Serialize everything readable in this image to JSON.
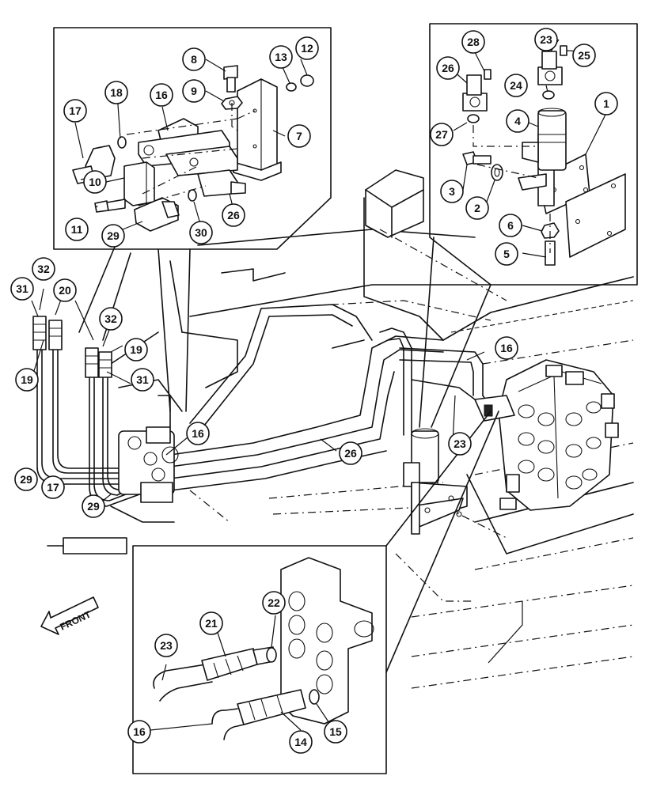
{
  "direction_label": "FRONT",
  "callouts": {
    "c1": "1",
    "c2": "2",
    "c3": "3",
    "c4": "4",
    "c5": "5",
    "c6": "6",
    "c7": "7",
    "c8": "8",
    "c9": "9",
    "c10": "10",
    "c11": "11",
    "c12": "12",
    "c13": "13",
    "c14": "14",
    "c15": "15",
    "c16": "16",
    "c17": "17",
    "c18": "18",
    "c19": "19",
    "c20": "20",
    "c21": "21",
    "c22": "22",
    "c23": "23",
    "c24": "24",
    "c25": "25",
    "c26": "26",
    "c27": "27",
    "c28": "28",
    "c29": "29",
    "c30": "30",
    "c31": "31",
    "c32": "32"
  }
}
